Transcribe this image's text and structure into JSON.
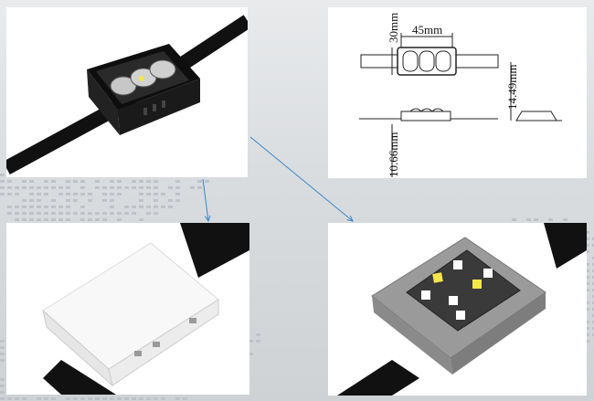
{
  "drawing": {
    "width_label": "45mm",
    "height_label": "30mm",
    "depth_label": "14.49mm",
    "strip_label": "10.66mm"
  },
  "colors": {
    "background": "#d9dcdf",
    "arrow": "#3a86c8",
    "black_module": "#1a1a1a",
    "white_module": "#f7f7f7",
    "led_yellow": "#f3e64a"
  },
  "icons": {
    "arrow_1": "arrow-down-icon",
    "arrow_2": "arrow-diagonal-icon"
  }
}
